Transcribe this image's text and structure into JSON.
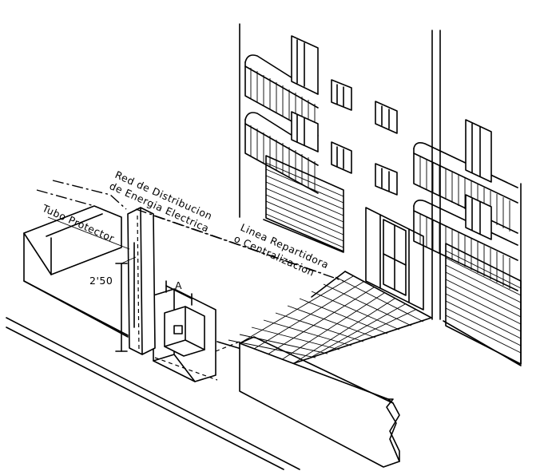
{
  "labels": {
    "red_line1": "Red de Distribucion",
    "red_line2": "de Energia Electrica",
    "tubo": "Tubo Protector",
    "linea_line1": "Linea Repartidora",
    "linea_line2": "o Centralizacion",
    "height": "2'50",
    "dim_a": "A"
  }
}
